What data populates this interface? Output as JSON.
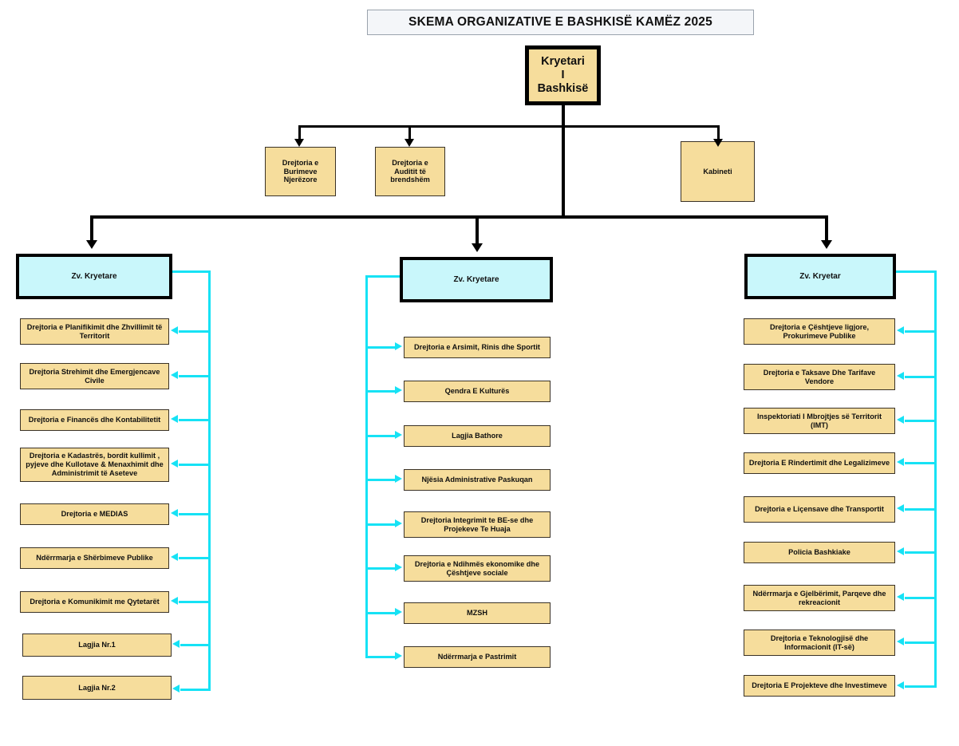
{
  "title": {
    "text": "SKEMA ORGANIZATIVE E BASHKISË KAMËZ 2025"
  },
  "colors": {
    "node_fill": "#f6dd9c",
    "node_border": "#3a3226",
    "deputy_fill": "#c9f7fb",
    "connector_black": "#000000",
    "connector_cyan": "#16e2f5",
    "title_fill": "#f4f6f9"
  },
  "root": {
    "label": "Kryetari I Bashkisë",
    "lines": [
      "Kryetari",
      "I",
      "Bashkisë"
    ]
  },
  "staff": [
    {
      "label": "Drejtoria e Burimeve Njerëzore"
    },
    {
      "label": "Drejtoria e Auditit të brendshëm"
    },
    {
      "label": "Kabineti"
    }
  ],
  "columns": [
    {
      "deputy": "Zv. Kryetare",
      "items": [
        {
          "label": "Drejtoria e Planifikimit dhe Zhvillimit të Territorit"
        },
        {
          "label": "Drejtoria Strehimit dhe Emergjencave Civile"
        },
        {
          "label": "Drejtoria e Financës dhe Kontabilitetit"
        },
        {
          "label": "Drejtoria e Kadastrës, bordit kullimit , pyjeve dhe Kullotave & Menaxhimit dhe Administrimit të Aseteve"
        },
        {
          "label": "Drejtoria e MEDIAS"
        },
        {
          "label": "Ndërrmarja e Shërbimeve Publike"
        },
        {
          "label": "Drejtoria e Komunikimit me Qytetarët"
        },
        {
          "label": "Lagjia Nr.1"
        },
        {
          "label": "Lagjia Nr.2"
        }
      ]
    },
    {
      "deputy": "Zv. Kryetare",
      "items": [
        {
          "label": "Drejtoria e Arsimit, Rinis dhe Sportit"
        },
        {
          "label": "Qendra E Kulturës"
        },
        {
          "label": "Lagjia Bathore"
        },
        {
          "label": "Njësia Administrative Paskuqan"
        },
        {
          "label": "Drejtoria Integrimit te BE-se dhe Projekeve Te Huaja"
        },
        {
          "label": "Drejtoria e Ndihmës ekonomike dhe Çështjeve sociale"
        },
        {
          "label": "MZSH"
        },
        {
          "label": "Ndërrmarja e Pastrimit"
        }
      ]
    },
    {
      "deputy": "Zv. Kryetar",
      "items": [
        {
          "label": "Drejtoria e Çështjeve ligjore, Prokurimeve Publike"
        },
        {
          "label": "Drejtoria e Taksave Dhe Tarifave Vendore"
        },
        {
          "label": "Inspektoriati I Mbrojtjes së Territorit (IMT)"
        },
        {
          "label": "Drejtoria E Rindertimit dhe Legalizimeve"
        },
        {
          "label": "Drejtoria e Liçensave dhe Transportit"
        },
        {
          "label": "Policia Bashkiake"
        },
        {
          "label": "Ndërrmarja e Gjelbërimit, Parqeve dhe rekreacionit"
        },
        {
          "label": "Drejtoria e Teknologjisë dhe Informacionit (IT-së)"
        },
        {
          "label": "Drejtoria E Projekteve dhe Investimeve"
        }
      ]
    }
  ]
}
